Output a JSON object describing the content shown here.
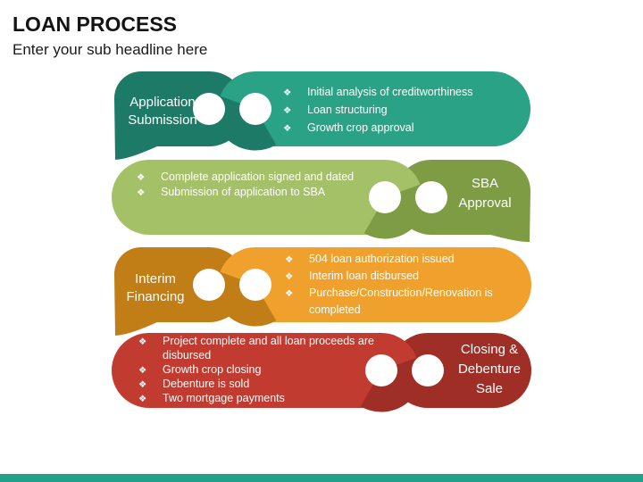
{
  "slide": {
    "title": "LOAN PROCESS",
    "subtitle": "Enter your sub headline here"
  },
  "glyphs": {
    "bullet": "❖"
  },
  "footer_bar_color": "#21a189",
  "rows": [
    {
      "label": "Application Submission",
      "colors": {
        "dark": "#1d7a67",
        "light": "#2aa286"
      },
      "bullets": [
        "Initial analysis of creditworthiness",
        "Loan structuring",
        "Growth crop approval"
      ]
    },
    {
      "label": "SBA Approval",
      "colors": {
        "dark": "#7d9c44",
        "light": "#a4c167"
      },
      "bullets": [
        "Complete application signed and dated",
        "Submission of application to SBA"
      ]
    },
    {
      "label": "Interim Financing",
      "colors": {
        "dark": "#c17d16",
        "light": "#f0a12d"
      },
      "bullets": [
        "504 loan authorization issued",
        "Interim loan disbursed",
        "Purchase/Construction/Renovation is completed"
      ]
    },
    {
      "label": "Closing & Debenture Sale",
      "colors": {
        "dark": "#9e2e26",
        "light": "#c13b31"
      },
      "bullets": [
        "Project complete and all loan proceeds are disbursed",
        "Growth crop closing",
        "Debenture is sold",
        "Two mortgage payments"
      ]
    }
  ]
}
